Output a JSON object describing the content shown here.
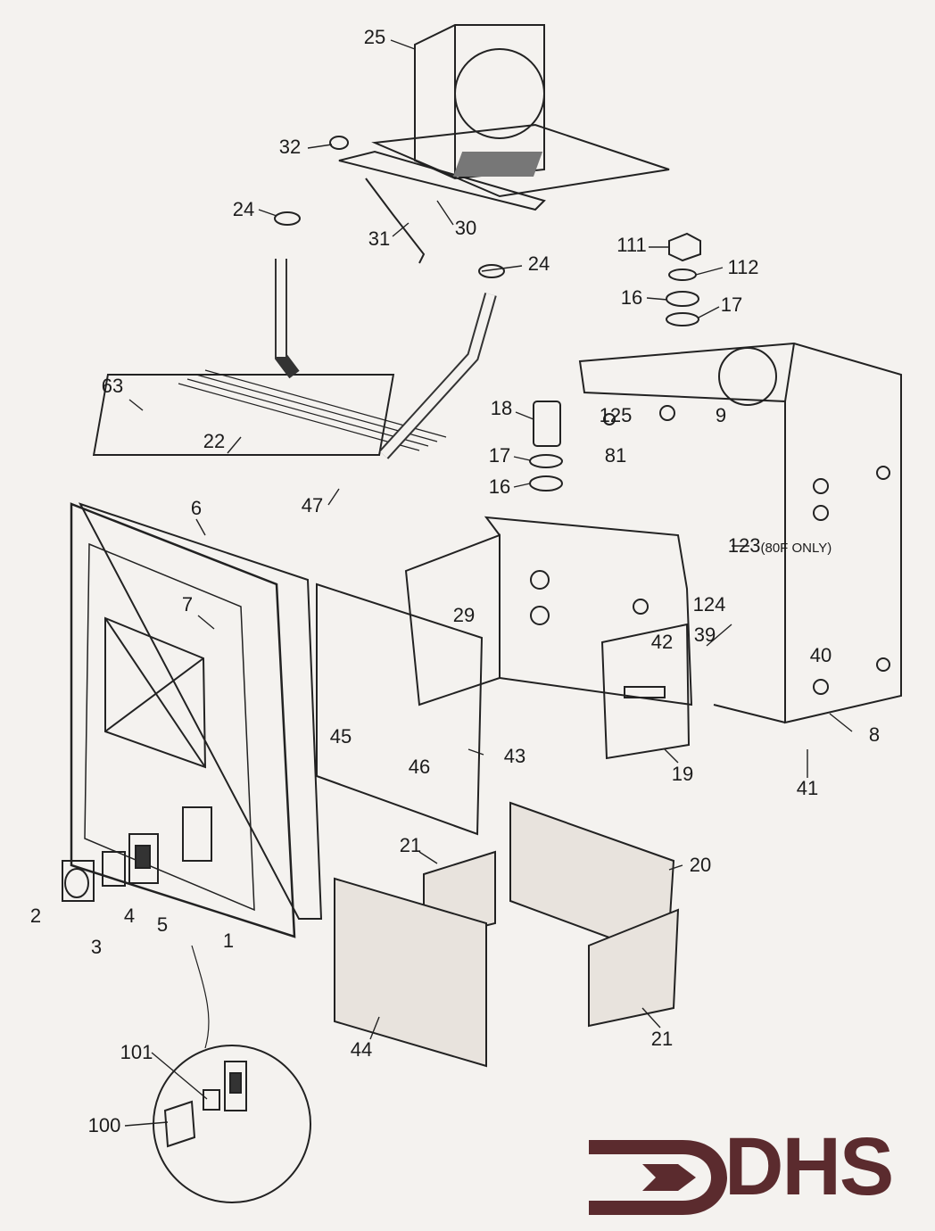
{
  "diagram": {
    "type": "exploded parts diagram",
    "labels": [
      "25",
      "32",
      "24",
      "31",
      "30",
      "24",
      "111",
      "112",
      "16",
      "17",
      "63",
      "18",
      "125",
      "9",
      "22",
      "17",
      "81",
      "16",
      "47",
      "6",
      "123",
      "7",
      "29",
      "124",
      "39",
      "42",
      "40",
      "45",
      "43",
      "46",
      "8",
      "19",
      "41",
      "21",
      "20",
      "2",
      "4",
      "5",
      "3",
      "1",
      "44",
      "21",
      "101",
      "100"
    ],
    "note_123": "(80F ONLY)"
  },
  "logo": {
    "text": "DHS",
    "color": "#5b2b2e"
  },
  "colors": {
    "line": "#222222",
    "paper": "#f4f2ef",
    "insulation": "#3a3430"
  }
}
